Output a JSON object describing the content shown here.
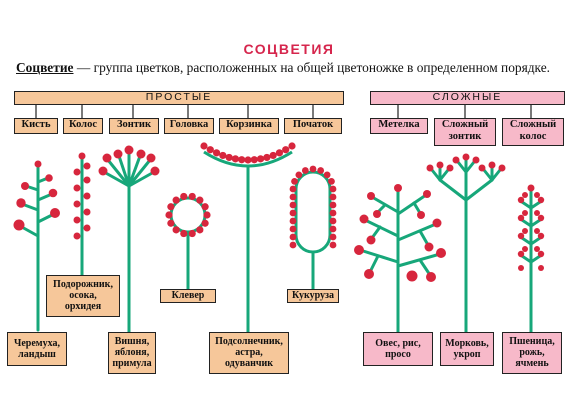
{
  "title": "СОЦВЕТИЯ",
  "definition": {
    "term": "Соцветие",
    "text": " — группа цветков, расположенных на общей цветоножке в определенном порядке."
  },
  "groups": {
    "simple": "ПРОСТЫЕ",
    "complex": "СЛОЖНЫЕ"
  },
  "types": {
    "kist": "Кисть",
    "kolos": "Колос",
    "zontik": "Зонтик",
    "golovka": "Головка",
    "korzinka": "Корзинка",
    "pochatok": "Початок",
    "metelka": "Метелка",
    "slozhny_zontik": "Сложный зонтик",
    "slozhny_kolos": "Сложный колос"
  },
  "examples": {
    "kist": "Черемуха,\nландыш",
    "kolos": "Подорожник,\nосока,\nорхидея",
    "zontik": "Вишня,\nяблоня,\nпримула",
    "golovka": "Клевер",
    "korzinka": "Подсолнечник,\nастра,\nодуванчик",
    "pochatok": "Кукуруза",
    "metelka": "Овес, рис,\nпросо",
    "slozhny_zontik": "Морковь,\nукроп",
    "slozhny_kolos": "Пшеница,\nрожь,\nячмень"
  },
  "colors": {
    "stem": "#17a77a",
    "flower": "#d7263d",
    "simple_fill": "#f6c79a",
    "complex_fill": "#f7b9c9",
    "title": "#d6264d"
  }
}
